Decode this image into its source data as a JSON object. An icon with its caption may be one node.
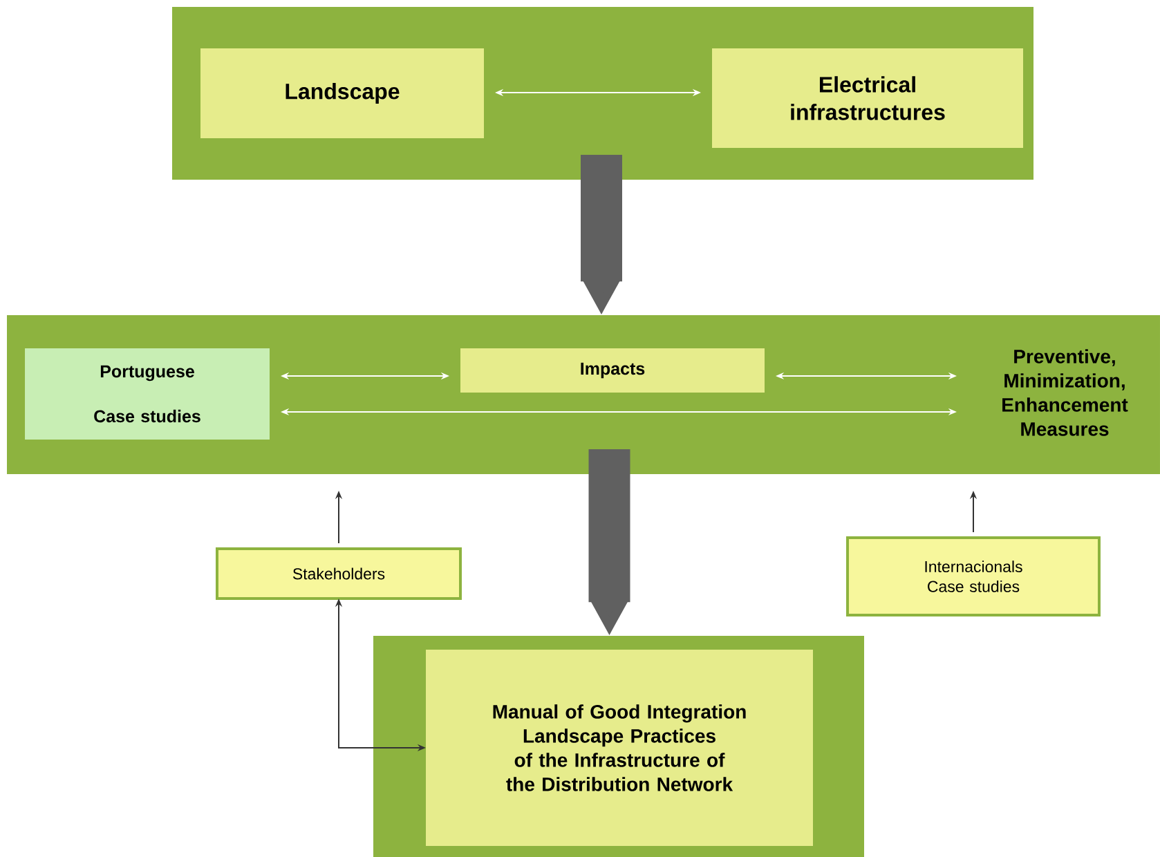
{
  "diagram": {
    "nodes": [
      {
        "text": [],
        "shape": "box"
      },
      {
        "text": [
          "Landscape"
        ],
        "in": 0
      },
      {
        "text": [
          "Electrical infrastructures"
        ],
        "in": 0
      },
      {
        "text": [],
        "shape": "box"
      },
      {
        "text": [
          "Portuguese Case studies"
        ],
        "in": 3
      },
      {
        "text": [
          "Impacts"
        ],
        "in": 3
      },
      {
        "text": [
          "Preventive, Minimization, Enhancement Measures"
        ],
        "in": 3
      },
      {
        "text": [
          "Stakeholders"
        ]
      },
      {
        "text": [
          "Internacionals Case studies"
        ]
      },
      {
        "text": [],
        "shape": "box"
      },
      {
        "text": [
          "Manual of Good Integration Landscape Practices of the Infrastructure of the Distribution Network"
        ],
        "in": 9
      }
    ],
    "edges": [
      {
        "from": 1,
        "to": 2,
        "arrow": "both",
        "color": "#ffffff"
      },
      {
        "from": 0,
        "to": 3,
        "arrow": "to",
        "style": "thick",
        "color": "#606060"
      },
      {
        "from": 4,
        "to": 5,
        "arrow": "both",
        "color": "#ffffff"
      },
      {
        "from": 5,
        "to": 6,
        "arrow": "both",
        "color": "#ffffff"
      },
      {
        "from": 4,
        "to": 6,
        "arrow": "both",
        "color": "#ffffff"
      },
      {
        "from": 3,
        "to": 9,
        "arrow": "to",
        "style": "thick",
        "color": "#606060"
      },
      {
        "from": 7,
        "to": 3,
        "arrow": "to",
        "color": "#333333"
      },
      {
        "from": 8,
        "to": 3,
        "arrow": "to",
        "color": "#333333"
      },
      {
        "from": 7,
        "to": 10,
        "arrow": "both",
        "color": "#333333"
      }
    ]
  }
}
